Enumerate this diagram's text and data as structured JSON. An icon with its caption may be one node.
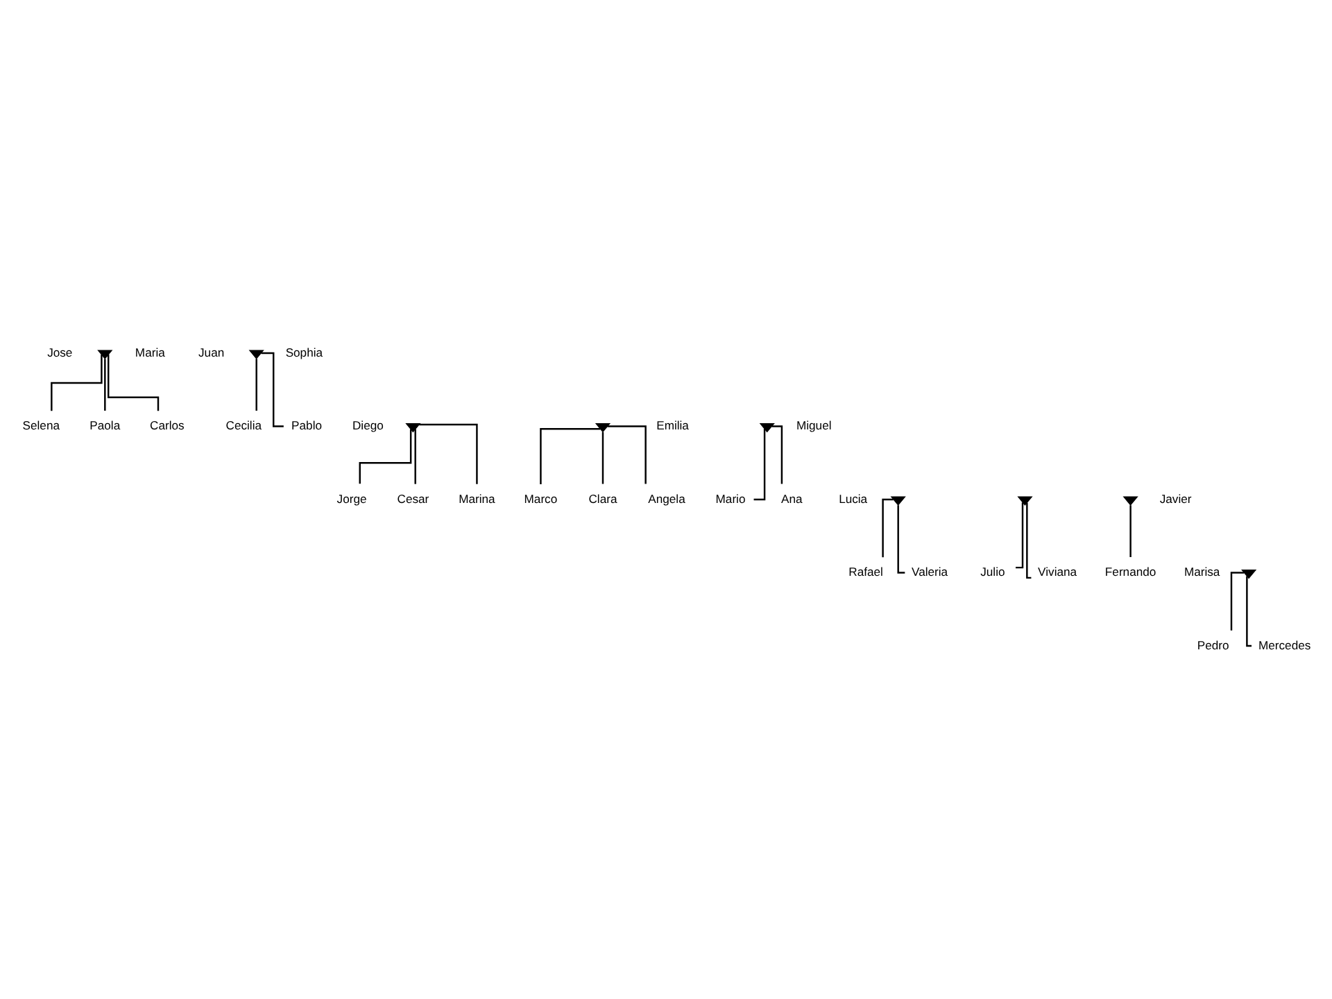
{
  "diagram": {
    "nodes": [
      {
        "text": [
          "Jose"
        ]
      },
      {
        "text": [],
        "shape": "heart"
      },
      {
        "text": [
          "Maria"
        ]
      },
      {
        "text": [
          "Juan"
        ]
      },
      {
        "text": [],
        "shape": "heart"
      },
      {
        "text": [
          "Sophia"
        ]
      },
      {
        "text": [
          "Diego"
        ]
      },
      {
        "text": [],
        "shape": "heart"
      },
      {
        "text": [
          "Selena"
        ]
      },
      {
        "text": [
          "Paola"
        ]
      },
      {
        "text": [
          "Carlos"
        ]
      },
      {
        "text": [],
        "shape": "heart"
      },
      {
        "text": [
          "Cecilia"
        ]
      },
      {
        "text": [
          "Pablo"
        ]
      },
      {
        "text": [
          "Emilia"
        ]
      },
      {
        "text": [],
        "shape": "heart"
      },
      {
        "text": [
          "Miguel"
        ]
      },
      {
        "text": [
          "Jorge"
        ]
      },
      {
        "text": [
          "Cesar"
        ]
      },
      {
        "text": [
          "Marina"
        ]
      },
      {
        "text": [
          "Lucia"
        ]
      },
      {
        "text": [],
        "shape": "heart"
      },
      {
        "text": [
          "Marco"
        ]
      },
      {
        "text": [
          "Clara"
        ]
      },
      {
        "text": [
          "Angela"
        ]
      },
      {
        "text": [],
        "shape": "heart"
      },
      {
        "text": [
          "Mario"
        ]
      },
      {
        "text": [
          "Ana"
        ]
      },
      {
        "text": [],
        "shape": "heart"
      },
      {
        "text": [
          "Javier"
        ]
      },
      {
        "text": [
          "Rafael"
        ]
      },
      {
        "text": [
          "Valeria"
        ]
      },
      {
        "text": [
          "Marisa"
        ]
      },
      {
        "text": [],
        "shape": "heart"
      },
      {
        "text": [
          "Julio"
        ]
      },
      {
        "text": [
          "Viviana"
        ]
      },
      {
        "text": [
          "Fernando"
        ]
      },
      {
        "text": [
          "Pedro"
        ]
      },
      {
        "text": [
          "Mercedes"
        ]
      }
    ],
    "edges": [
      {
        "from": 1,
        "to": 8,
        "arrow": "none"
      },
      {
        "from": 1,
        "to": 9,
        "arrow": "none"
      },
      {
        "from": 1,
        "to": 10,
        "arrow": "none"
      },
      {
        "from": 4,
        "to": 12,
        "arrow": "none"
      },
      {
        "from": 4,
        "to": 13,
        "arrow": "none"
      },
      {
        "from": 7,
        "to": 17,
        "arrow": "none"
      },
      {
        "from": 7,
        "to": 18,
        "arrow": "none"
      },
      {
        "from": 7,
        "to": 19,
        "arrow": "none"
      },
      {
        "from": 11,
        "to": 22,
        "arrow": "none"
      },
      {
        "from": 11,
        "to": 23,
        "arrow": "none"
      },
      {
        "from": 11,
        "to": 24,
        "arrow": "none"
      },
      {
        "from": 15,
        "to": 26,
        "arrow": "none"
      },
      {
        "from": 15,
        "to": 27,
        "arrow": "none"
      },
      {
        "from": 21,
        "to": 30,
        "arrow": "none"
      },
      {
        "from": 21,
        "to": 31,
        "arrow": "none"
      },
      {
        "from": 25,
        "to": 34,
        "arrow": "none"
      },
      {
        "from": 25,
        "to": 35,
        "arrow": "none"
      },
      {
        "from": 28,
        "to": 36,
        "arrow": "none"
      },
      {
        "from": 33,
        "to": 37,
        "arrow": "none"
      },
      {
        "from": 33,
        "to": 38,
        "arrow": "none"
      }
    ]
  }
}
